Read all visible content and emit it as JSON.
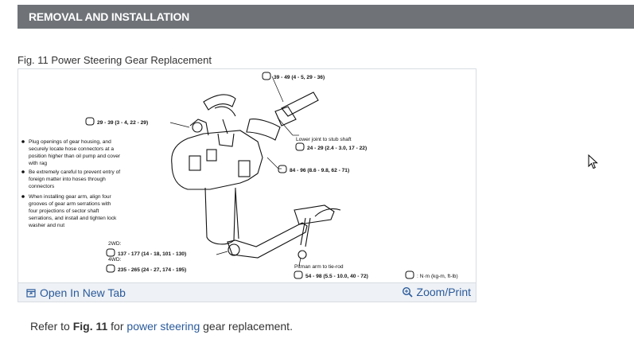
{
  "header": {
    "title": "REMOVAL AND INSTALLATION"
  },
  "figure": {
    "caption": "Fig. 11 Power Steering Gear Replacement",
    "open_tab_label": "Open In New Tab",
    "zoom_label": "Zoom/Print",
    "diagram": {
      "torque_top": "39 - 49 (4 - 5, 29 - 36)",
      "torque_hose": "29 - 39 (3 - 4, 22 - 29)",
      "lower_joint_label": "Lower joint to stub shaft",
      "lower_joint_torque": "24 - 29 (2.4 - 3.0, 17 - 22)",
      "mount_torque": "84 - 96 (8.6 - 9.8, 62 - 71)",
      "note1": [
        "Plug openings of gear housing, and",
        "securely locate hose connectors at a",
        "position higher than oil pump and cover",
        "with rag"
      ],
      "note2": [
        "Be extremely careful to prevent entry of",
        "foreign matter into hoses through",
        "connectors"
      ],
      "note3": [
        "When installing gear arm, align four",
        "grooves of gear arm serrations with",
        "four projections of sector shaft",
        "serrations, and install and tighten lock",
        "washer and nut"
      ],
      "label_2wd": "2WD:",
      "torque_2wd": "137 - 177 (14 - 18, 101 - 130)",
      "label_4wd": "4WD:",
      "torque_4wd": "235 - 265 (24 - 27, 174 - 195)",
      "pitman_label": "Pitman arm to tie-rod",
      "pitman_torque": "54 - 98 (5.5 - 10.0, 40 - 72)",
      "units_legend": ": N·m (kg-m, ft-lb)"
    }
  },
  "body": {
    "prefix": "Refer to ",
    "fig_ref": "Fig. 11",
    "middle": " for ",
    "link": "power steering",
    "suffix": " gear replacement."
  }
}
